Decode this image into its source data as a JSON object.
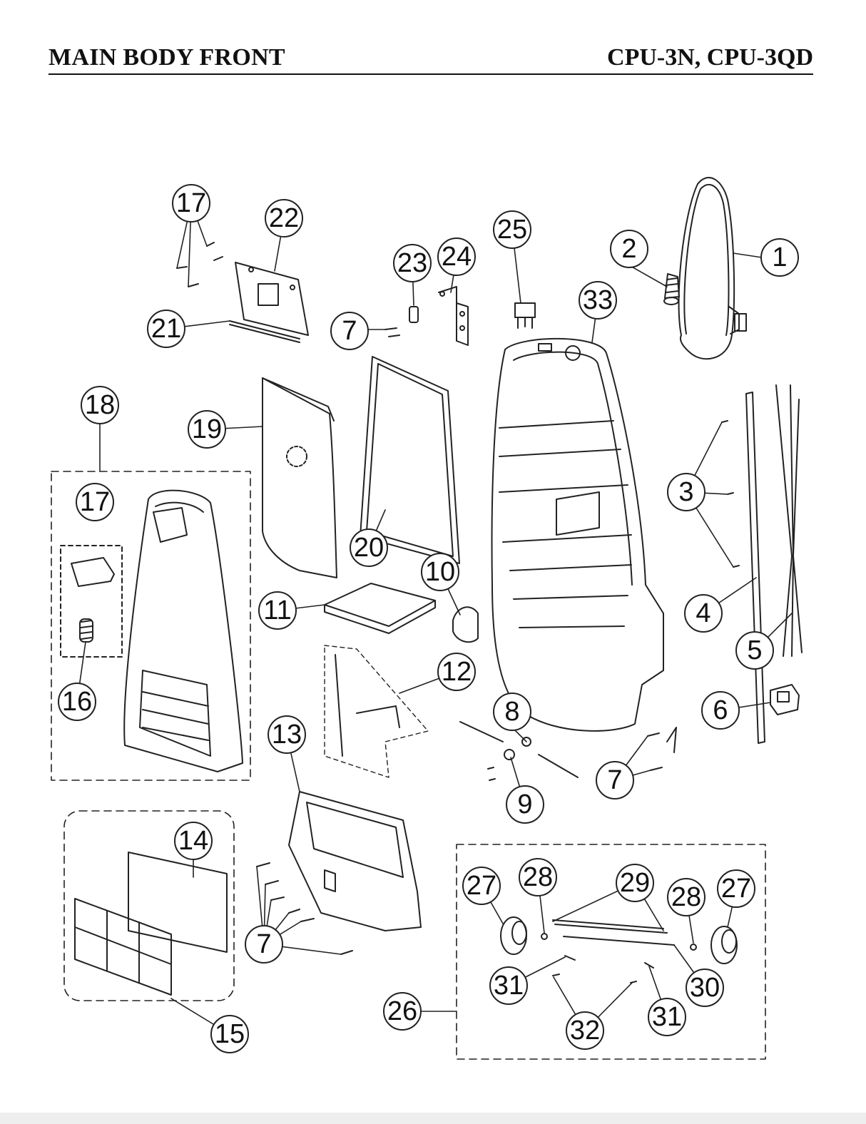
{
  "header": {
    "title": "MAIN BODY  FRONT",
    "model": "CPU-3N, CPU-3QD"
  },
  "callouts": {
    "c1": "1",
    "c2": "2",
    "c3": "3",
    "c4": "4",
    "c5": "5",
    "c6": "6",
    "c7a": "7",
    "c7b": "7",
    "c7c": "7",
    "c8": "8",
    "c9": "9",
    "c10": "10",
    "c11": "11",
    "c12": "12",
    "c13": "13",
    "c14": "14",
    "c15": "15",
    "c16": "16",
    "c17a": "17",
    "c17b": "17",
    "c18": "18",
    "c19": "19",
    "c20": "20",
    "c21": "21",
    "c22": "22",
    "c23": "23",
    "c24": "24",
    "c25": "25",
    "c26": "26",
    "c27a": "27",
    "c27b": "27",
    "c28a": "28",
    "c28b": "28",
    "c29": "29",
    "c30": "30",
    "c31a": "31",
    "c31b": "31",
    "c32": "32",
    "c33": "33"
  }
}
